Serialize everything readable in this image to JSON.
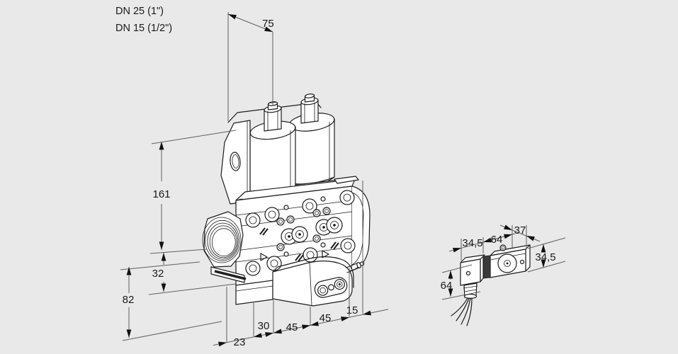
{
  "header": {
    "line1": "DN 25 (1\")",
    "line2": "DN 15 (1/2\")"
  },
  "main_view": {
    "description": "Double solenoid gas valve, isometric line drawing with dimensioning",
    "dims": {
      "top_width": "75",
      "height_total": "161",
      "axis_to_body_bottom": "32",
      "axis_to_regulator_bottom": "82",
      "offset_left": "23",
      "spacing_1": "30",
      "spacing_2": "45",
      "spacing_3": "45",
      "spacing_4": "15"
    }
  },
  "inset_view": {
    "description": "Solenoid actuator with cable plug and wires, side view",
    "dims": {
      "plug_depth": "34,5",
      "coil_length": "64",
      "coil_depth": "37",
      "coil_height": "34,5",
      "plug_height": "64"
    }
  },
  "colors": {
    "background": "#e9e9e9",
    "line": "#1c1c1c",
    "dimension_line": "#5f5f5f",
    "label": "#1a1a1a"
  }
}
